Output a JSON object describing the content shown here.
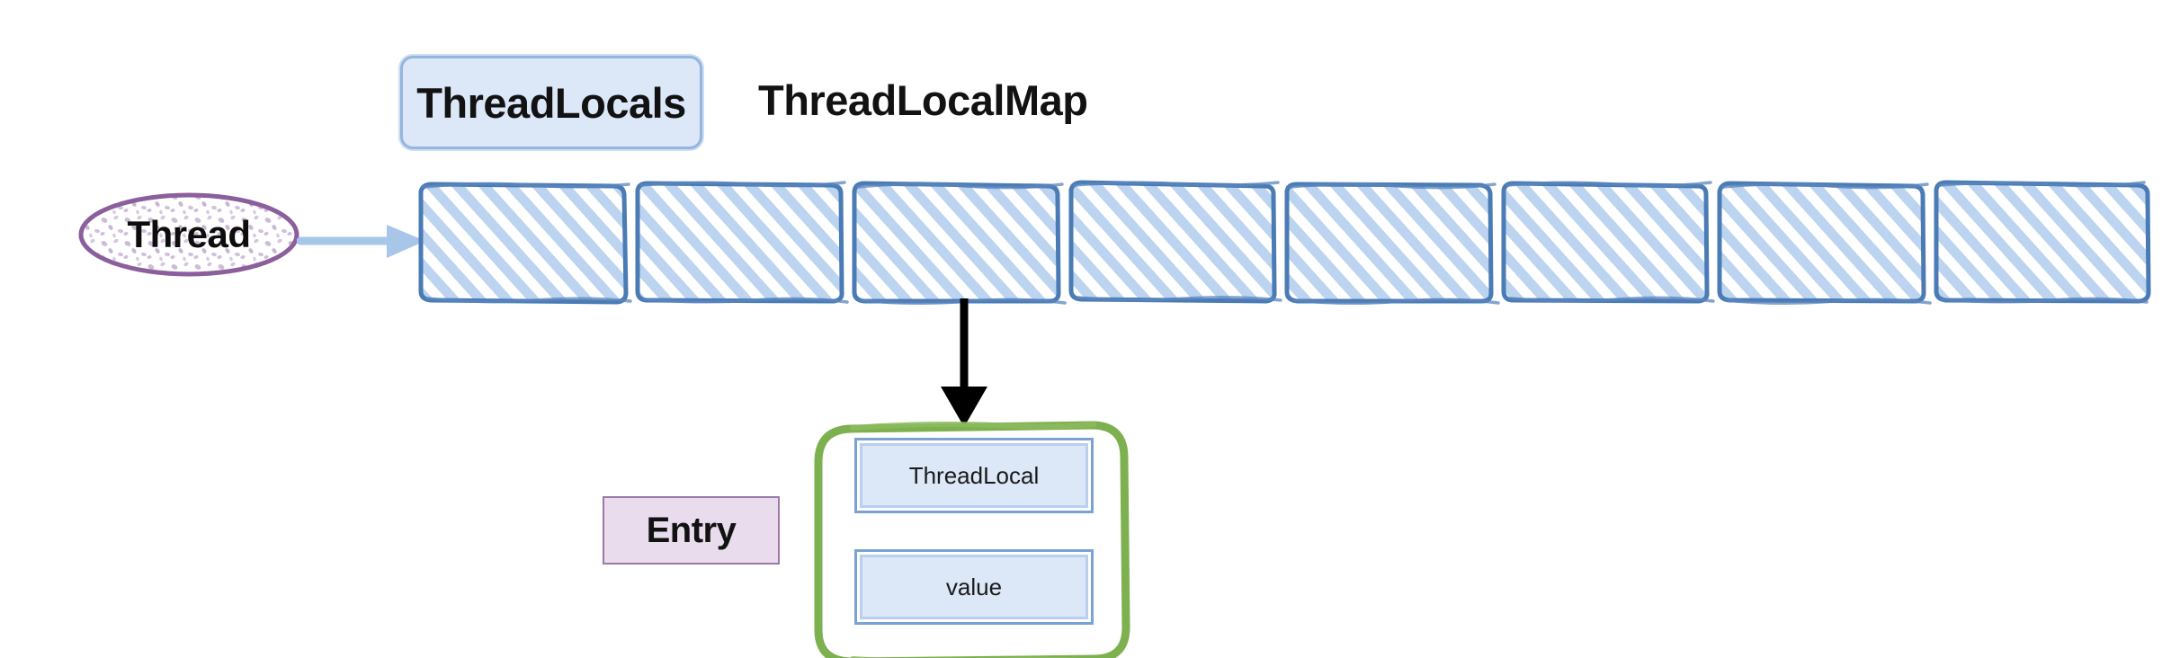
{
  "diagram": {
    "title_labels": {
      "threadlocals": "ThreadLocals",
      "threadlocalmap": "ThreadLocalMap"
    },
    "thread_node": {
      "label": "Thread",
      "shape": "ellipse",
      "stroke_color": "#8b5e9c",
      "fill_color": "#ffffff",
      "texture": "purple-speckle"
    },
    "thread_to_map_arrow": {
      "color": "#a8c6e8",
      "direction": "right"
    },
    "map_array": {
      "cell_count": 8,
      "stroke_color": "#4a7bb5",
      "hatch_color": "#b9d2ee",
      "style": "hand-drawn",
      "cells": [
        {
          "index": 0,
          "label": ""
        },
        {
          "index": 1,
          "label": ""
        },
        {
          "index": 2,
          "label": ""
        },
        {
          "index": 3,
          "label": ""
        },
        {
          "index": 4,
          "label": ""
        },
        {
          "index": 5,
          "label": ""
        },
        {
          "index": 6,
          "label": ""
        },
        {
          "index": 7,
          "label": ""
        }
      ],
      "linked_cell_index": 2
    },
    "cell_to_entry_arrow": {
      "color": "#000000",
      "direction": "down"
    },
    "entry": {
      "container_stroke_color": "#7db04e",
      "container_fill_color": "#ffffff",
      "label": "Entry",
      "label_fill_color": "#e8dced",
      "label_stroke_color": "#9a7ba8",
      "fields": [
        {
          "name": "ThreadLocal",
          "fill_color": "#dce7f7",
          "stroke_color": "#7ba2d4"
        },
        {
          "name": "value",
          "fill_color": "#dce7f7",
          "stroke_color": "#7ba2d4"
        }
      ]
    }
  }
}
